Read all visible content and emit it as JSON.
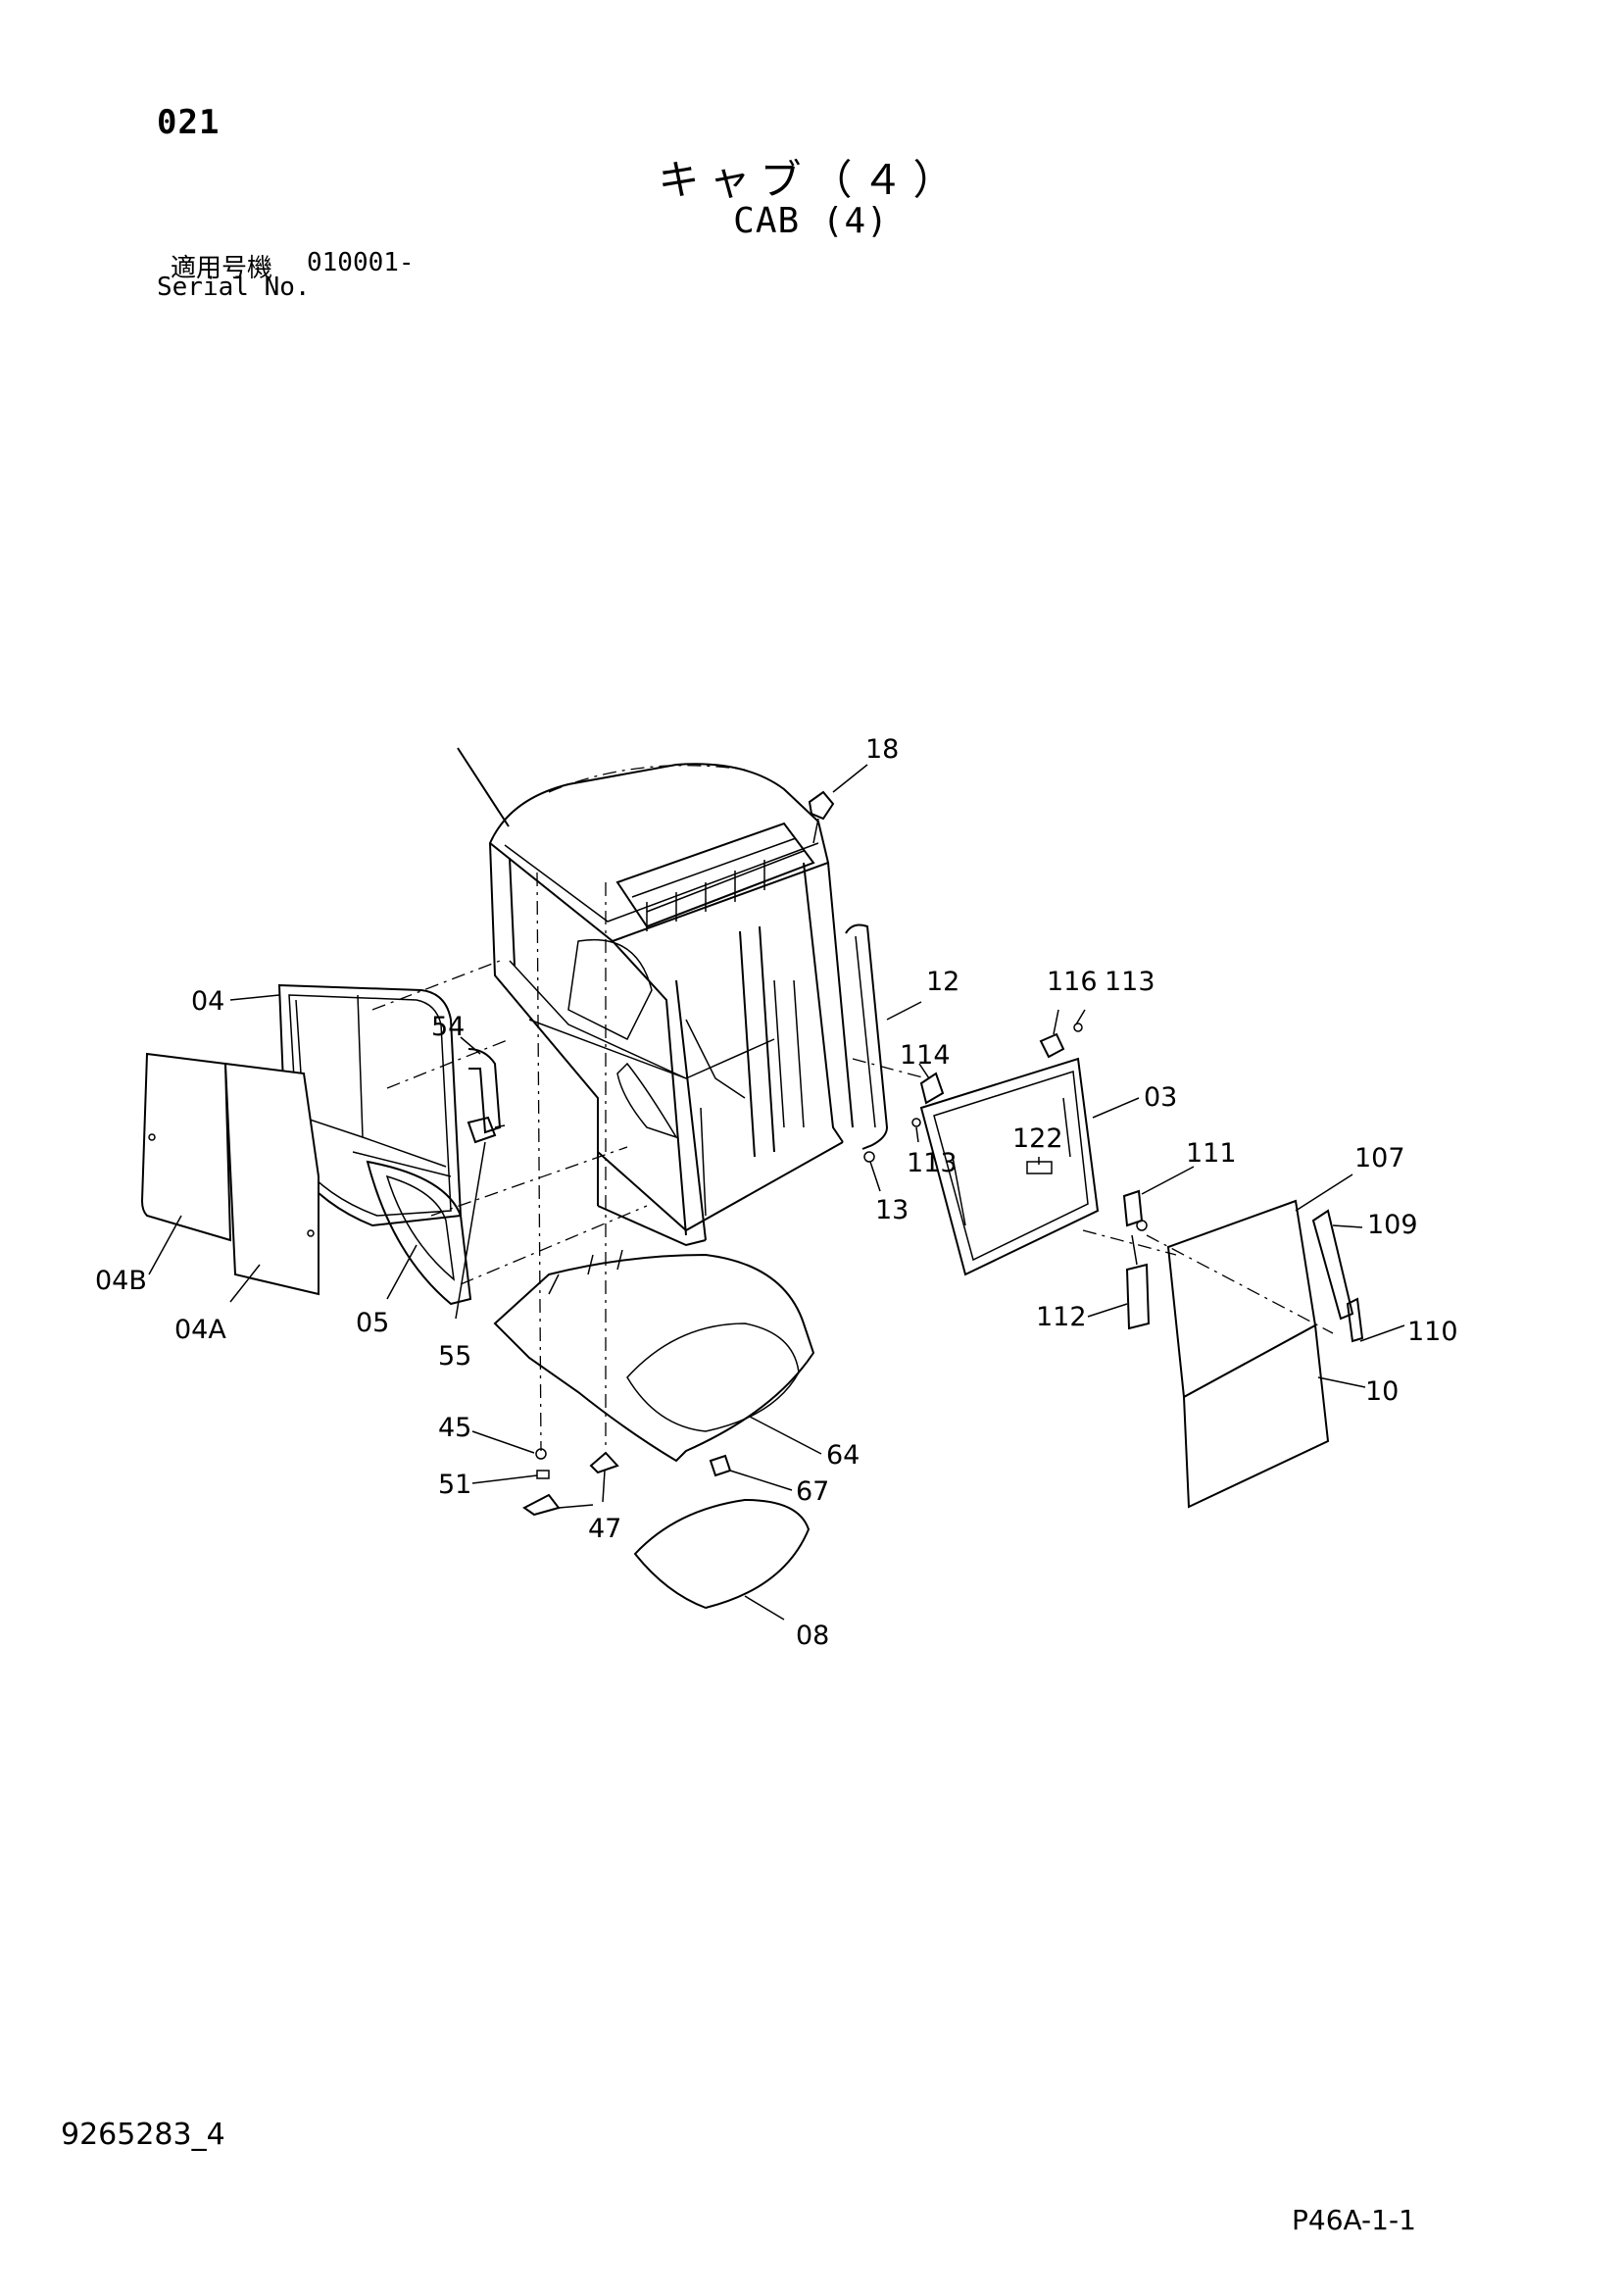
{
  "header": {
    "page_code": "021",
    "title_jp": "キャブ（４）",
    "title_en": "CAB (4)",
    "serial_label_jp": "適用号機",
    "serial_range": "010001-",
    "serial_label_en": "Serial No."
  },
  "callouts": [
    "18",
    "12",
    "116",
    "113",
    "04",
    "54",
    "114",
    "03",
    "122",
    "111",
    "107",
    "109",
    "13",
    "113",
    "04B",
    "04A",
    "05",
    "55",
    "112",
    "110",
    "10",
    "45",
    "51",
    "64",
    "67",
    "47",
    "08"
  ],
  "footer": {
    "doc_number": "9265283_4",
    "page_ref": "P46A-1-1"
  }
}
